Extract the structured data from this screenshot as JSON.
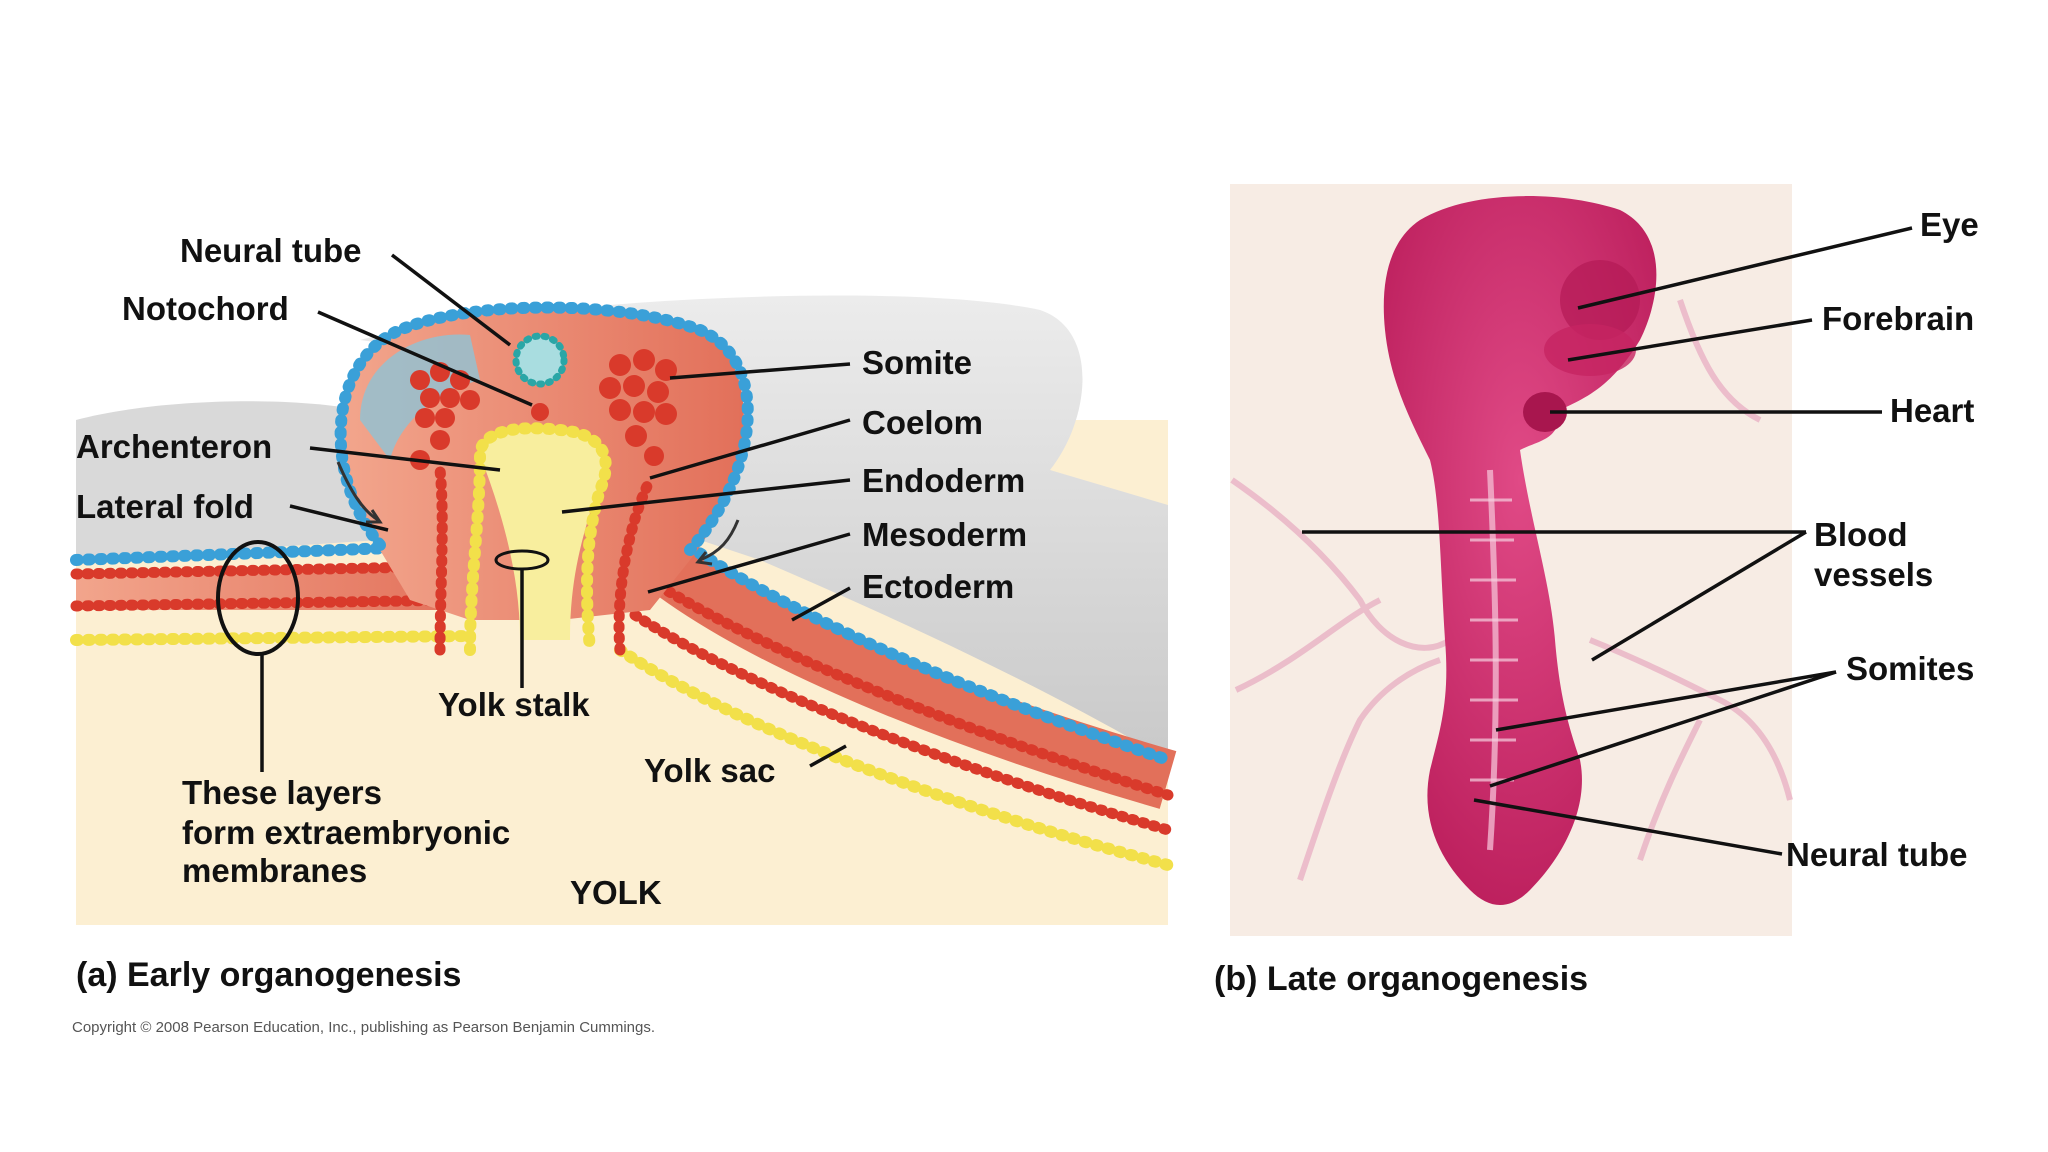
{
  "colors": {
    "ectoderm": "#3aa0d8",
    "mesoderm": "#d93a2b",
    "endoderm": "#f2e04a",
    "yolk": "#fcefd2",
    "membrane_gray": "#d6d6d6",
    "embryo_magenta": "#cc2a6a",
    "photo_bg": "#f7ece4"
  },
  "panel_a": {
    "labels": {
      "neural_tube": "Neural tube",
      "notochord": "Notochord",
      "archenteron": "Archenteron",
      "lateral_fold": "Lateral fold",
      "somite": "Somite",
      "coelom": "Coelom",
      "endoderm": "Endoderm",
      "mesoderm": "Mesoderm",
      "ectoderm": "Ectoderm",
      "yolk_stalk": "Yolk stalk",
      "yolk_sac": "Yolk sac",
      "yolk": "YOLK",
      "membranes_line1": "These layers",
      "membranes_line2": "form extraembryonic",
      "membranes_line3": "membranes"
    },
    "caption": "(a) Early organogenesis"
  },
  "panel_b": {
    "labels": {
      "eye": "Eye",
      "forebrain": "Forebrain",
      "heart": "Heart",
      "blood_vessels_line1": "Blood",
      "blood_vessels_line2": "vessels",
      "somites": "Somites",
      "neural_tube": "Neural tube"
    },
    "caption": "(b) Late organogenesis"
  },
  "copyright": "Copyright © 2008 Pearson Education, Inc., publishing as Pearson Benjamin Cummings."
}
